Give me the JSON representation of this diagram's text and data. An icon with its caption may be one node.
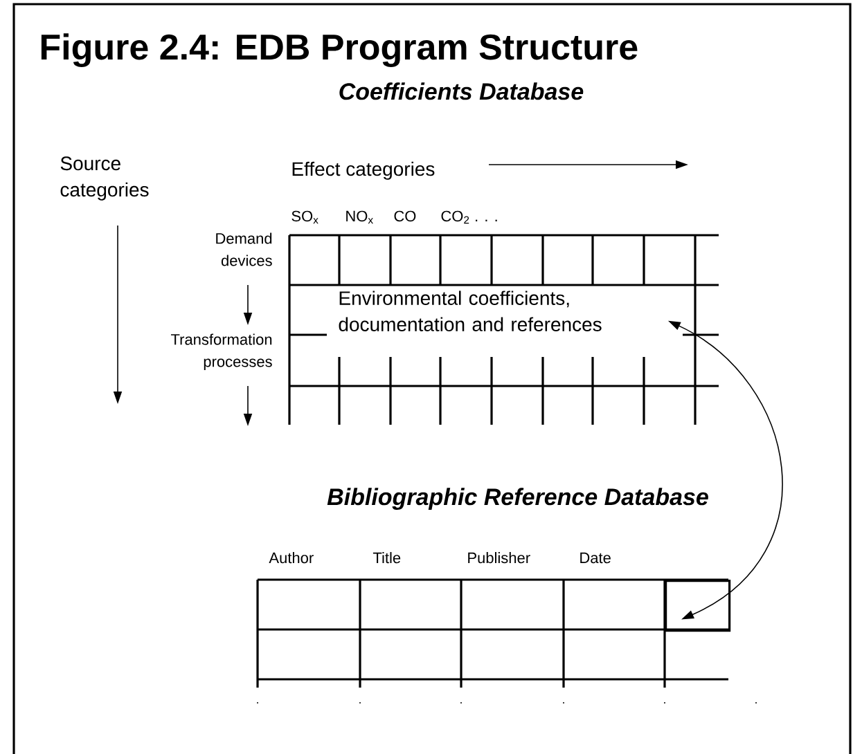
{
  "diagram": {
    "title": "Figure 2.4: EDB Program Structure",
    "nodes": [
      {
        "text": [
          "Environmental coefficients, documentation and references"
        ]
      },
      {
        "text": [],
        "shape": "box"
      }
    ],
    "edges": [
      {
        "from": 0,
        "to": 1,
        "arrow": "both"
      }
    ],
    "labels": [
      "Coefficients Database",
      "Effect categories",
      "Source categories",
      "SO$_{x}$",
      "NO$_{x}$",
      "CO",
      "CO$_{2}$ . . .",
      "Demand devices",
      "Transformation processes",
      "Bibliographic Reference Database",
      "Author",
      "Title",
      "Publisher",
      "Date"
    ]
  }
}
